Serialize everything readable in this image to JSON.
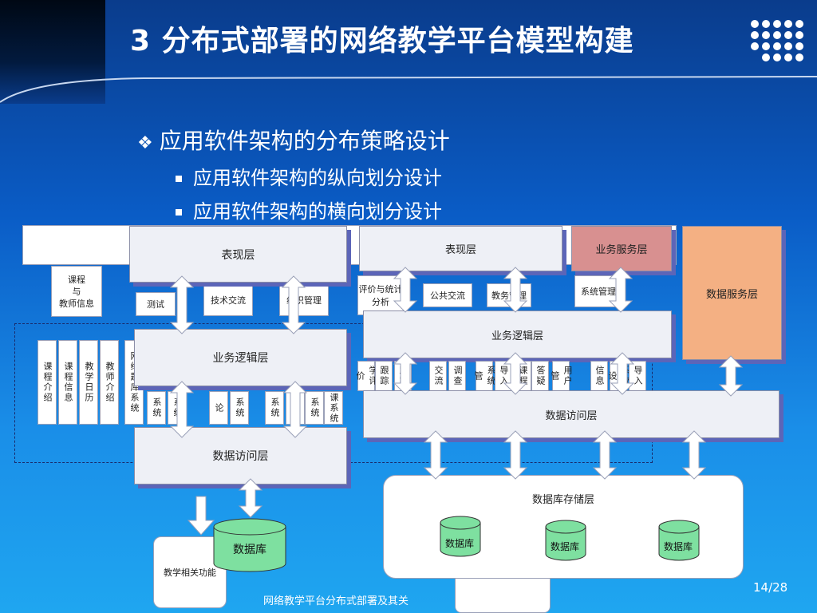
{
  "slide": {
    "title": "3 分布式部署的网络教学平台模型构建",
    "bullet_main": "应用软件架构的分布策略设计",
    "bullet_sub": [
      "应用软件架构的纵向划分设计",
      "应用软件架构的横向划分设计"
    ],
    "footer": "网络教学平台分布式部署及其关",
    "page": "14/28"
  },
  "diagram_back": {
    "course_info": "课程\n与\n教师信息",
    "items": [
      "课程介绍",
      "课程信息",
      "教学日历",
      "教师介绍"
    ],
    "partial_labels": [
      "测试",
      "技术交流",
      "组织管理"
    ],
    "partial_vert": [
      "网络题库系统",
      "系统",
      "系统",
      "论",
      "系统",
      "系统",
      "系统",
      "系统",
      "课系统"
    ]
  },
  "diagram_left": {
    "presentation": "表现层",
    "business_logic": "业务逻辑层",
    "data_access": "数据访问层",
    "database": "数据库",
    "teaching_func": "教学相关功能"
  },
  "diagram_right": {
    "presentation": "表现层",
    "business_service": "业务服务层",
    "data_service": "数据服务层",
    "partial_top": [
      "评价与统计分析",
      "公共交流",
      "教务管理",
      "系统管理"
    ],
    "business_logic": "业务逻辑层",
    "partial_vert": [
      "学评价",
      "跟踪",
      "跟踪",
      "交流",
      "调查",
      "系统管",
      "导入",
      "课程",
      "答疑",
      "用户管",
      "信息",
      "系统设",
      "导入"
    ],
    "data_access": "数据访问层",
    "storage": "数据库存储层",
    "databases": [
      "数据库",
      "数据库",
      "数据库"
    ]
  },
  "colors": {
    "business_service_fill": "#d89090",
    "data_service_fill": "#f4b083",
    "db_fill": "#7ee0a0"
  }
}
